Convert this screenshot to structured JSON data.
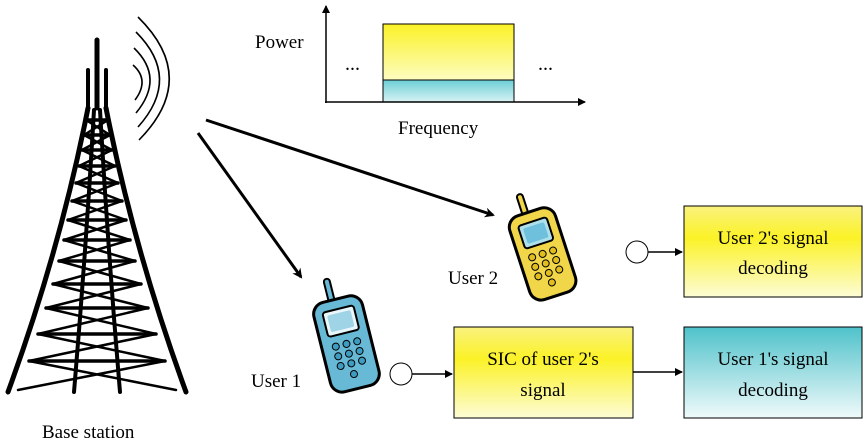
{
  "labels": {
    "base_station": "Base station",
    "user1": "User 1",
    "user2": "User 2",
    "power": "Power",
    "frequency": "Frequency",
    "dots": "..."
  },
  "boxes": {
    "sic_line1": "SIC of user 2's",
    "sic_line2": "signal",
    "u2dec_line1": "User 2's signal",
    "u2dec_line2": "decoding",
    "u1dec_line1": "User 1's signal",
    "u1dec_line2": "decoding"
  },
  "colors": {
    "yellow_top": "#fbf68e",
    "yellow_mid": "#fbf227",
    "yellow_bottom": "#fdfcd2",
    "cyan_top": "#55c5cc",
    "cyan_bottom": "#eef9fa",
    "phone_blue": "#68b9d6",
    "phone_yellow": "#f1d64a",
    "outline": "#000000"
  },
  "icons": {
    "tower": "transmission-tower-icon",
    "waves": "radio-waves-icon",
    "phone": "mobile-phone-icon"
  }
}
